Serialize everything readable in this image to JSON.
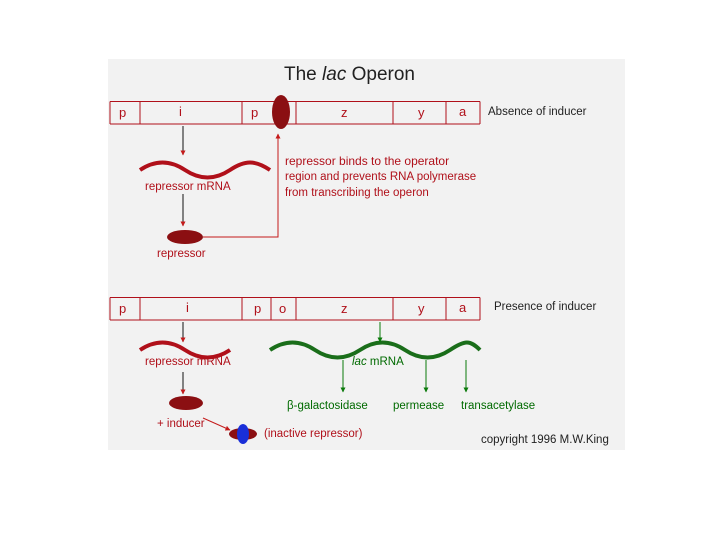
{
  "title": {
    "pre": "The ",
    "italic": "lac",
    "post": " Operon"
  },
  "colors": {
    "dna_red": "#b0101a",
    "repressor": "#8b0f12",
    "mrna_green": "#1a6e1a",
    "arrow_green": "#0a7a0a",
    "arrow_red": "#c41a1a",
    "inducer_blue": "#1a2fd8",
    "panel_bg": "#f2f2f2"
  },
  "top_strand": {
    "genes": {
      "p1": "p",
      "i": "i",
      "p2": "p",
      "z": "z",
      "y": "y",
      "a": "a"
    },
    "condition": "Absence of inducer"
  },
  "top_notes": {
    "repressor_mrna": "repressor mRNA",
    "binds_line1": "repressor binds to the operator",
    "binds_line2": "region and prevents RNA polymerase",
    "binds_line3": "from transcribing the operon",
    "repressor": "repressor"
  },
  "bottom_strand": {
    "genes": {
      "p1": "p",
      "i": "i",
      "p2": "p",
      "o": "o",
      "z": "z",
      "y": "y",
      "a": "a"
    },
    "condition": "Presence of inducer"
  },
  "bottom_notes": {
    "repressor_mrna": "repressor mRNA",
    "lac_mrna_italic": "lac",
    "lac_mrna_rest": " mRNA",
    "beta_gal": "β-galactosidase",
    "permease": "permease",
    "transacetylase": "transacetylase",
    "inducer": "+ inducer",
    "inactive_repressor": "(inactive repressor)"
  },
  "copyright": "copyright 1996 M.W.King"
}
